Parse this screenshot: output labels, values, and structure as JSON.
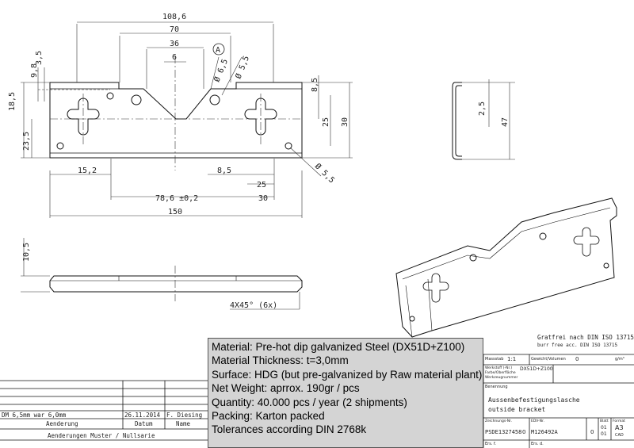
{
  "views": {
    "top_view": {
      "dims": {
        "d108": "108,6",
        "d70": "70",
        "d36": "36",
        "d6": "6",
        "d9_8": "9,8",
        "d3_5": "3,5",
        "d18_5": "18,5",
        "d23_5": "23,5",
        "d6_5": "Ø 6,5",
        "d5_5a": "Ø 5,5",
        "d5_5b": "Ø 5,5",
        "d8_5v": "8,5",
        "d25v": "25",
        "d30v": "30",
        "d15_2": "15,2",
        "d8_5h": "8,5",
        "d25h": "25",
        "d78_6": "78,6 ±0,2",
        "d30h": "30",
        "d150": "150"
      },
      "detail_marker": "A"
    },
    "side_view": {
      "dims": {
        "d2_5": "2,5",
        "d47": "47"
      }
    },
    "bottom_view": {
      "dims": {
        "d10_5": "10,5",
        "chamfer": "4X45° (6x)"
      }
    }
  },
  "notes": {
    "burr_de": "Gratfrei nach DIN ISO 13715",
    "burr_en": "burr free acc. DIN ISO 13715"
  },
  "spec_box": {
    "lines": [
      "Material: Pre-hot dip galvanized Steel (DX51D+Z100)",
      "Material Thickness: t=3,0mm",
      "Surface: HDG (but pre-galvanized by Raw material plant)",
      "Net Weight:  aprrox. 190gr / pcs",
      "Quantity: 40.000 pcs / year (2 shipments)",
      "Packing: Karton packed",
      "Tolerances according DIN 2768k"
    ]
  },
  "revision_block": {
    "entry_text": "DM 6,5mm war 6,0mm",
    "entry_date": "26.11.2014",
    "entry_name": "F. Diesing",
    "col_change": "Aenderung",
    "col_date": "Datum",
    "col_name": "Name",
    "footer": "Aenderungen Muster / Nullsarie"
  },
  "title_block": {
    "scale_label": "Massstab",
    "scale_value": "1:1",
    "weight_label": "Gewicht/Volumen",
    "weight_value": "0",
    "weight_unit": "g/m³",
    "material_label1": "Werkstoff (-Nr.)",
    "material_label2": "Farbe/Oberfläche",
    "material_label3": "Werkzeugnummer",
    "material_value": "DX51D+Z100",
    "name_label": "Benennung",
    "title_de": "Aussenbefestigungslasche",
    "title_en": "outside bracket",
    "drawing_no_label": "Zeichnungs-Nr.",
    "drawing_no": "PSDE1327458",
    "drawing_rev": "0",
    "edv_label": "EDV-Nr.",
    "edv_no": "M126492A",
    "edv_rev": "0",
    "sheet_label": "Blatt",
    "sheet_value": "01",
    "sheets_value": "01",
    "format_label": "Format",
    "format_value": "A3",
    "cad_label": "CAD",
    "ers_f": "Ers. f.",
    "ers_d": "Ers. d."
  }
}
